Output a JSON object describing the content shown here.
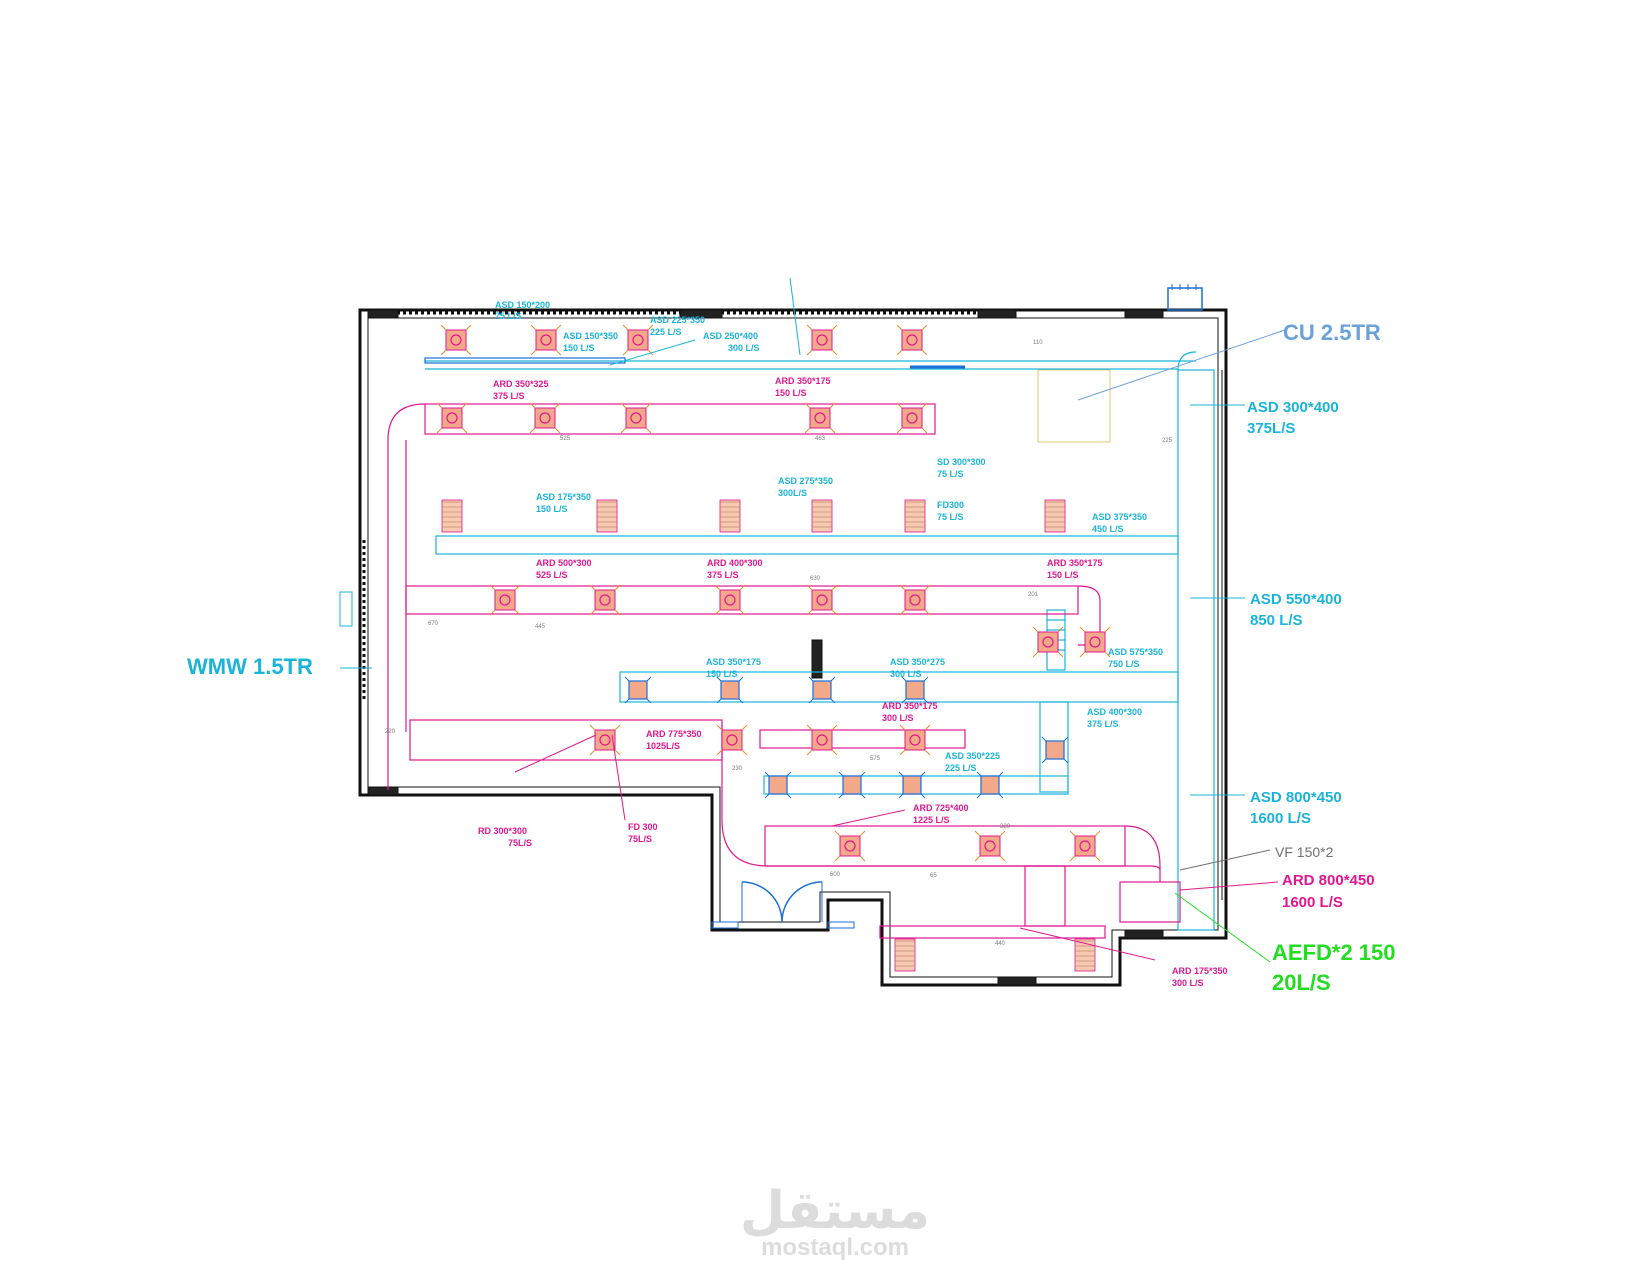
{
  "colors": {
    "supply": "#19b5d9",
    "return": "#e0178f",
    "cu": "#6aa2d8",
    "vf": "#707070",
    "aefd": "#22dd22",
    "wall": "#111111",
    "watermark": "#dcdcdc"
  },
  "callouts": {
    "cu": "CU 2.5TR",
    "wmw": "WMW 1.5TR",
    "asd_300_400": [
      "ASD 300*400",
      "375L/S"
    ],
    "asd_550_400": [
      "ASD 550*400",
      "850 L/S"
    ],
    "asd_800_450": [
      "ASD 800*450",
      "1600 L/S"
    ],
    "vf": "VF 150*2",
    "ard_800_450": [
      "ARD 800*450",
      "1600 L/S"
    ],
    "aefd": [
      "AEFD*2 150",
      "20L/S"
    ]
  },
  "labels": {
    "asd_150_200": [
      "ASD 150*200",
      "75 L/S"
    ],
    "asd_150_350_top": [
      "ASD 150*350",
      "150 L/S"
    ],
    "asd_225_350": [
      "ASD 225*350",
      "225 L/S"
    ],
    "asd_250_400": [
      "ASD 250*400",
      "300 L/S"
    ],
    "ard_350_325": [
      "ARD 350*325",
      "375 L/S"
    ],
    "ard_350_175_top": [
      "ARD 350*175",
      "150 L/S"
    ],
    "sd_300_300": [
      "SD 300*300",
      "75 L/S"
    ],
    "fd300": [
      "FD300",
      "75 L/S"
    ],
    "asd_175_350": [
      "ASD 175*350",
      "150 L/S"
    ],
    "asd_275_350": [
      "ASD 275*350",
      "300L/S"
    ],
    "asd_375_350": [
      "ASD 375*350",
      "450 L/S"
    ],
    "ard_500_300": [
      "ARD 500*300",
      "525 L/S"
    ],
    "ard_400_300": [
      "ARD 400*300",
      "375 L/S"
    ],
    "ard_350_175_mid": [
      "ARD 350*175",
      "150 L/S"
    ],
    "asd_575_350": [
      "ASD 575*350",
      "750 L/S"
    ],
    "asd_350_175": [
      "ASD 350*175",
      "150 L/S"
    ],
    "asd_350_275": [
      "ASD 350*275",
      "300 L/S"
    ],
    "ard_350_175_low": [
      "ARD 350*175",
      "300 L/S"
    ],
    "asd_400_300": [
      "ASD 400*300",
      "375 L/S"
    ],
    "ard_775_350": [
      "ARD 775*350",
      "1025L/S"
    ],
    "asd_350_225": [
      "ASD 350*225",
      "225 L/S"
    ],
    "ard_725_400": [
      "ARD 725*400",
      "1225 L/S"
    ],
    "rd_300_300": [
      "RD 300*300",
      "75L/S"
    ],
    "fd_300": [
      "FD 300",
      "75L/S"
    ],
    "ard_175_350": [
      "ARD 175*350",
      "300 L/S"
    ]
  },
  "dims": [
    "525",
    "463",
    "670",
    "445",
    "630",
    "201",
    "575",
    "230",
    "225",
    "220",
    "600",
    "320",
    "440",
    "110",
    "65"
  ],
  "watermark": {
    "arabic": "مستقل",
    "latin": "mostaql.com"
  }
}
